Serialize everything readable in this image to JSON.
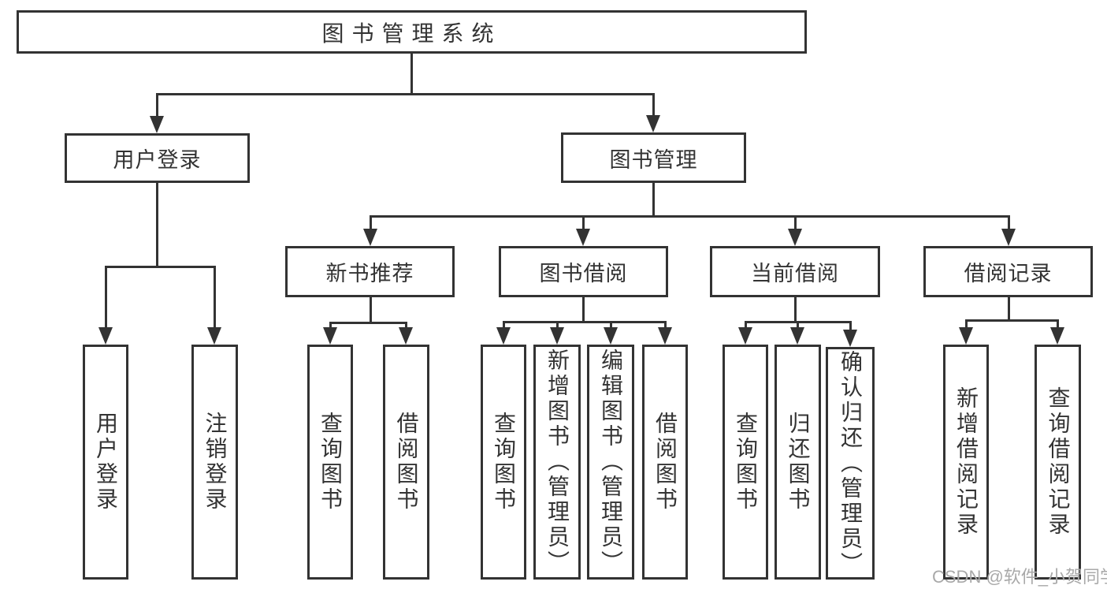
{
  "root": {
    "label": "图书管理系统"
  },
  "branches": {
    "user_login": {
      "label": "用户登录",
      "children": {
        "login": {
          "label": "用户登录"
        },
        "logout": {
          "label": "注销登录"
        }
      }
    },
    "book_mgmt": {
      "label": "图书管理",
      "children": {
        "new_book": {
          "label": "新书推荐",
          "children": {
            "query": {
              "label": "查询图书"
            },
            "borrow": {
              "label": "借阅图书"
            }
          }
        },
        "book_borrow": {
          "label": "图书借阅",
          "children": {
            "query": {
              "label": "查询图书"
            },
            "add": {
              "label": "新增图书（管理员）"
            },
            "edit": {
              "label": "编辑图书（管理员）"
            },
            "borrow": {
              "label": "借阅图书"
            }
          }
        },
        "current_borrow": {
          "label": "当前借阅",
          "children": {
            "query": {
              "label": "查询图书"
            },
            "return": {
              "label": "归还图书"
            },
            "confirm": {
              "label": "确认归还（管理员）"
            }
          }
        },
        "borrow_history": {
          "label": "借阅记录",
          "children": {
            "add": {
              "label": "新增借阅记录"
            },
            "query": {
              "label": "查询借阅记录"
            }
          }
        }
      }
    }
  },
  "watermark": {
    "text": "CSDN @软件_小贺同学"
  },
  "colors": {
    "line": "#333333",
    "text": "#333333",
    "watermark": "#a9a9a9",
    "background": "#ffffff"
  }
}
